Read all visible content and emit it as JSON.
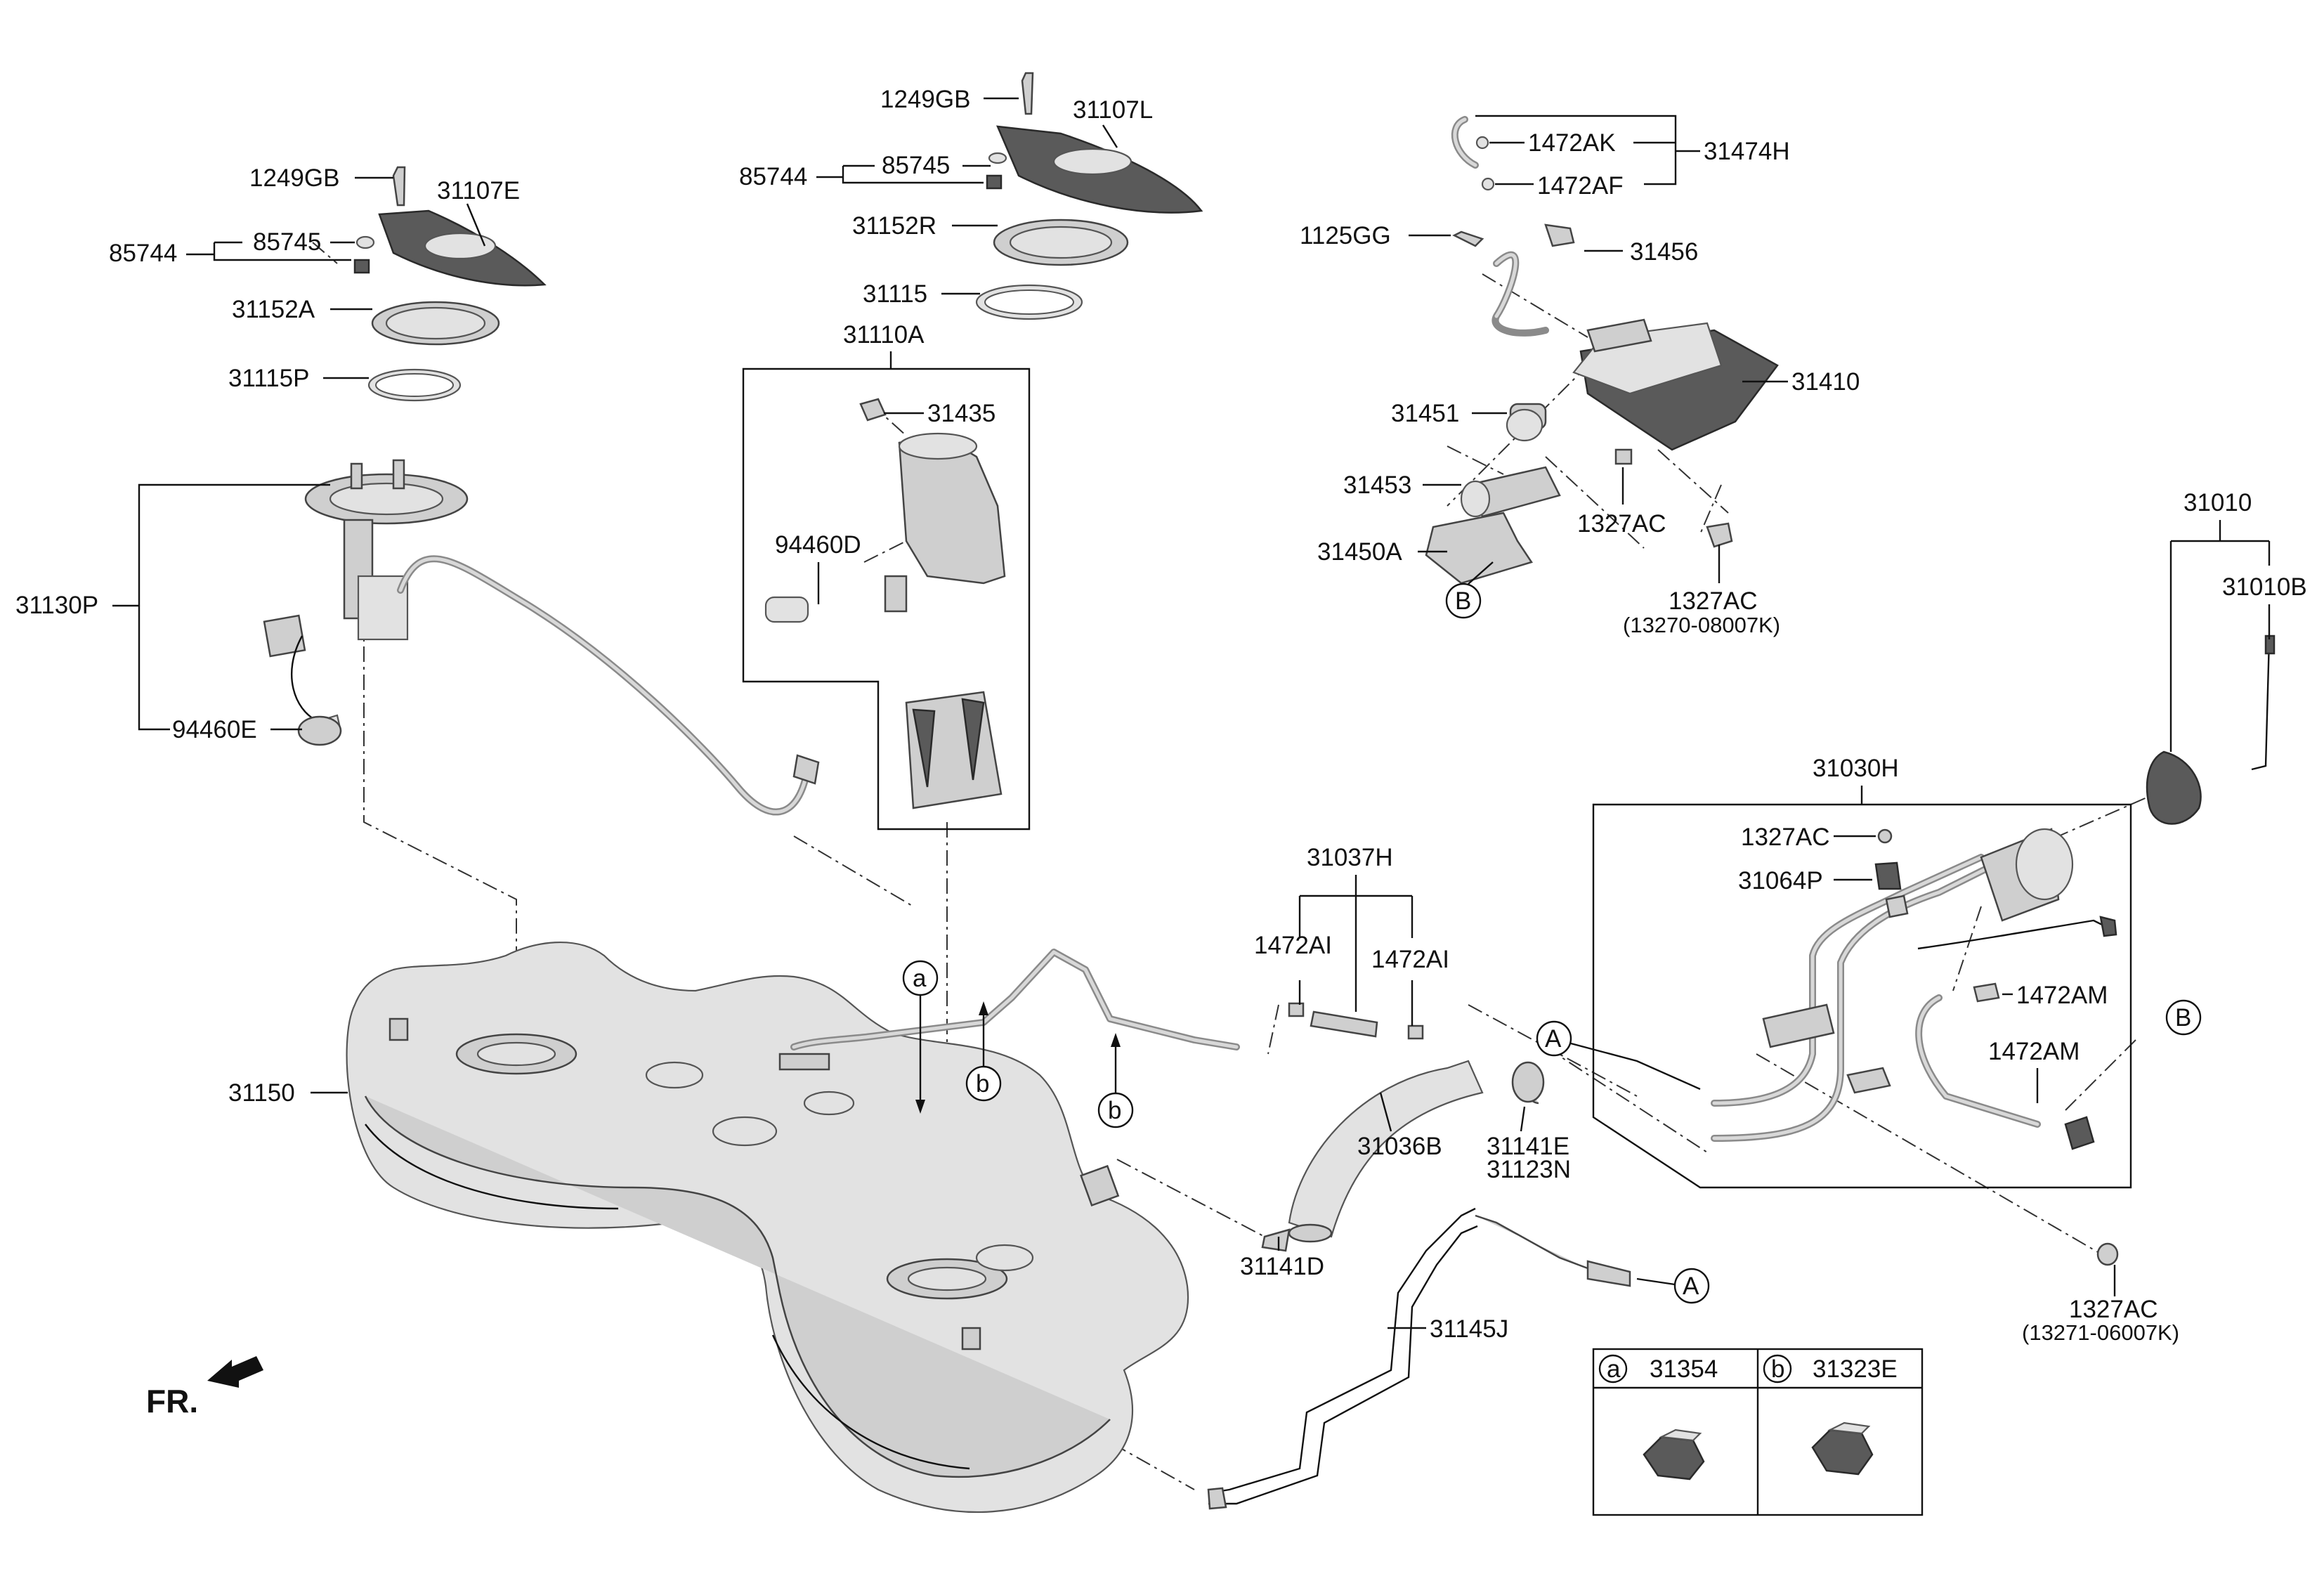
{
  "parts": {
    "p1249gb_left": "1249GB",
    "p31107e": "31107E",
    "p85745_left": "85745",
    "p85744_left": "85744",
    "p31152a": "31152A",
    "p31115p": "31115P",
    "p31130p": "31130P",
    "p94460e": "94460E",
    "p1249gb_mid": "1249GB",
    "p31107l": "31107L",
    "p85745_mid": "85745",
    "p85744_mid": "85744",
    "p31152r": "31152R",
    "p31115": "31115",
    "p31110a": "31110A",
    "p31435": "31435",
    "p94460d": "94460D",
    "p1472ak": "1472AK",
    "p1472af": "1472AF",
    "p31474h": "31474H",
    "p1125gg": "1125GG",
    "p31456": "31456",
    "p31410": "31410",
    "p31451": "31451",
    "p31453": "31453",
    "p1327ac_a": "1327AC",
    "p31450a": "31450A",
    "p1327ac_b": "1327AC",
    "p13270": "(13270-08007K)",
    "p31010": "31010",
    "p31010b": "31010B",
    "p31030h": "31030H",
    "p1327ac_c": "1327AC",
    "p31064p": "31064P",
    "p1472am_a": "1472AM",
    "p1472am_b": "1472AM",
    "p31037h": "31037H",
    "p1472ai_a": "1472AI",
    "p1472ai_b": "1472AI",
    "p31150": "31150",
    "p31036b": "31036B",
    "p31141e": "31141E",
    "p31123n": "31123N",
    "p31141d": "31141D",
    "p31145j": "31145J",
    "p1327ac_d": "1327AC",
    "p13271": "(13271-06007K)"
  },
  "refs": {
    "a": "a",
    "b": "b",
    "A": "A",
    "B": "B"
  },
  "legend": {
    "a_letter": "a",
    "a_part": "31354",
    "b_letter": "b",
    "b_part": "31323E"
  },
  "direction": "FR."
}
